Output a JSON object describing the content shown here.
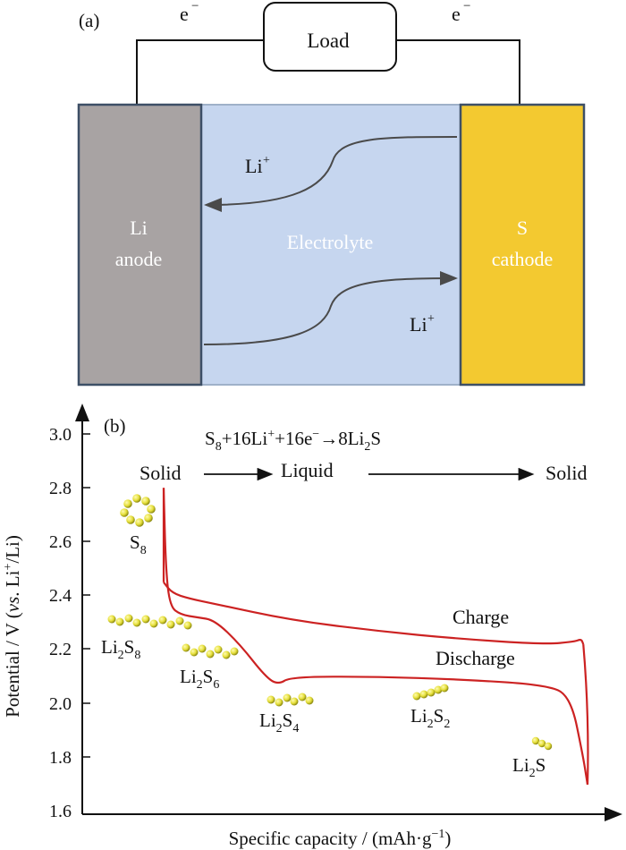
{
  "panel_a": {
    "label": "(a)",
    "electron_left": "e",
    "electron_right": "e",
    "electron_sup": "−",
    "load_label": "Load",
    "anode_line1": "Li",
    "anode_line2": "anode",
    "electrolyte_label": "Electrolyte",
    "cathode_line1": "S",
    "cathode_line2": "cathode",
    "ion_top": "Li",
    "ion_top_sup": "+",
    "ion_bottom": "Li",
    "ion_bottom_sup": "+",
    "colors": {
      "anode": "#a8a3a3",
      "electrolyte": "#c6d6ef",
      "cathode": "#f3c930",
      "border": "#3d4f66",
      "arrow": "#4a4a4a"
    }
  },
  "panel_b": {
    "label": "(b)",
    "equation": {
      "p1": "S",
      "s1": "8",
      "p2": "+16Li",
      "u1": "+",
      "p3": "+16e",
      "u2": "−",
      "p4": "→8Li",
      "s2": "2",
      "p5": "S"
    },
    "phase_left": "Solid",
    "phase_middle": "Liquid",
    "phase_right": "Solid",
    "charge_label": "Charge",
    "discharge_label": "Discharge",
    "species": [
      {
        "main": "S",
        "sub": "8",
        "tail": ""
      },
      {
        "main": "Li",
        "sub": "2",
        "tail": "S",
        "sub2": "8"
      },
      {
        "main": "Li",
        "sub": "2",
        "tail": "S",
        "sub2": "6"
      },
      {
        "main": "Li",
        "sub": "2",
        "tail": "S",
        "sub2": "4"
      },
      {
        "main": "Li",
        "sub": "2",
        "tail": "S",
        "sub2": "2"
      },
      {
        "main": "Li",
        "sub": "2",
        "tail": "S",
        "sub2": ""
      }
    ],
    "ylabel": {
      "p1": "Potential / V (",
      "it": "vs",
      "p2": ". Li",
      "u": "+",
      "p3": "/Li)"
    },
    "xlabel": {
      "p1": "Specific capacity / (mAh·g",
      "u": "−1",
      "p2": ")"
    },
    "yticks": [
      "3.0",
      "2.8",
      "2.6",
      "2.4",
      "2.2",
      "2.0",
      "1.8",
      "1.6"
    ],
    "curve_color": "#cc2222"
  },
  "chart_data": {
    "type": "line",
    "ylim": [
      1.6,
      3.0
    ],
    "yticks": [
      3.0,
      2.8,
      2.6,
      2.4,
      2.2,
      2.0,
      1.8,
      1.6
    ],
    "series": [
      {
        "name": "Discharge",
        "x": [
          0.0,
          0.005,
          0.015,
          0.04,
          0.08,
          0.12,
          0.18,
          0.24,
          0.27,
          0.3,
          0.5,
          0.7,
          0.9,
          0.96,
          0.99,
          1.0
        ],
        "values": [
          2.8,
          2.5,
          2.36,
          2.33,
          2.32,
          2.31,
          2.22,
          2.1,
          2.07,
          2.1,
          2.1,
          2.09,
          2.07,
          2.03,
          1.8,
          1.7
        ]
      },
      {
        "name": "Charge",
        "x": [
          0.0,
          0.02,
          0.06,
          0.12,
          0.3,
          0.5,
          0.7,
          0.9,
          0.97,
          0.985,
          0.99
        ],
        "values": [
          2.45,
          2.41,
          2.39,
          2.37,
          2.31,
          2.27,
          2.24,
          2.22,
          2.23,
          2.24,
          2.22
        ]
      }
    ]
  }
}
